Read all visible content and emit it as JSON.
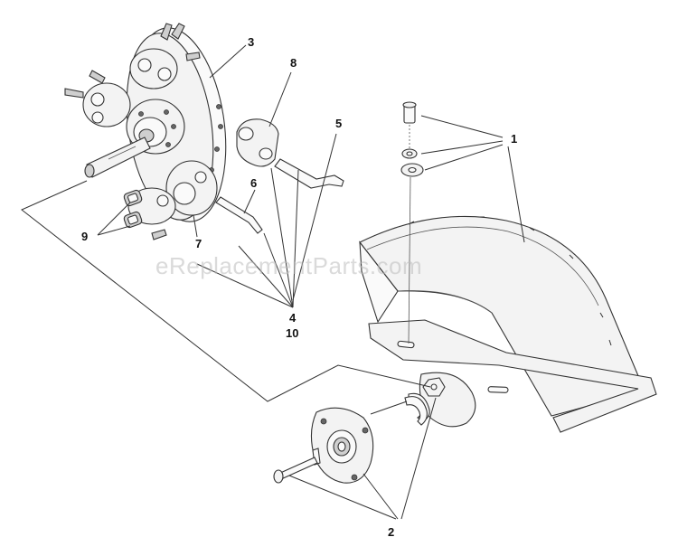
{
  "callouts": {
    "c1": "1",
    "c2": "2",
    "c3": "3",
    "c4": "4",
    "c10": "10",
    "c5": "5",
    "c6": "6",
    "c7": "7",
    "c8": "8",
    "c9": "9"
  },
  "watermark": "eReplacementParts.com"
}
